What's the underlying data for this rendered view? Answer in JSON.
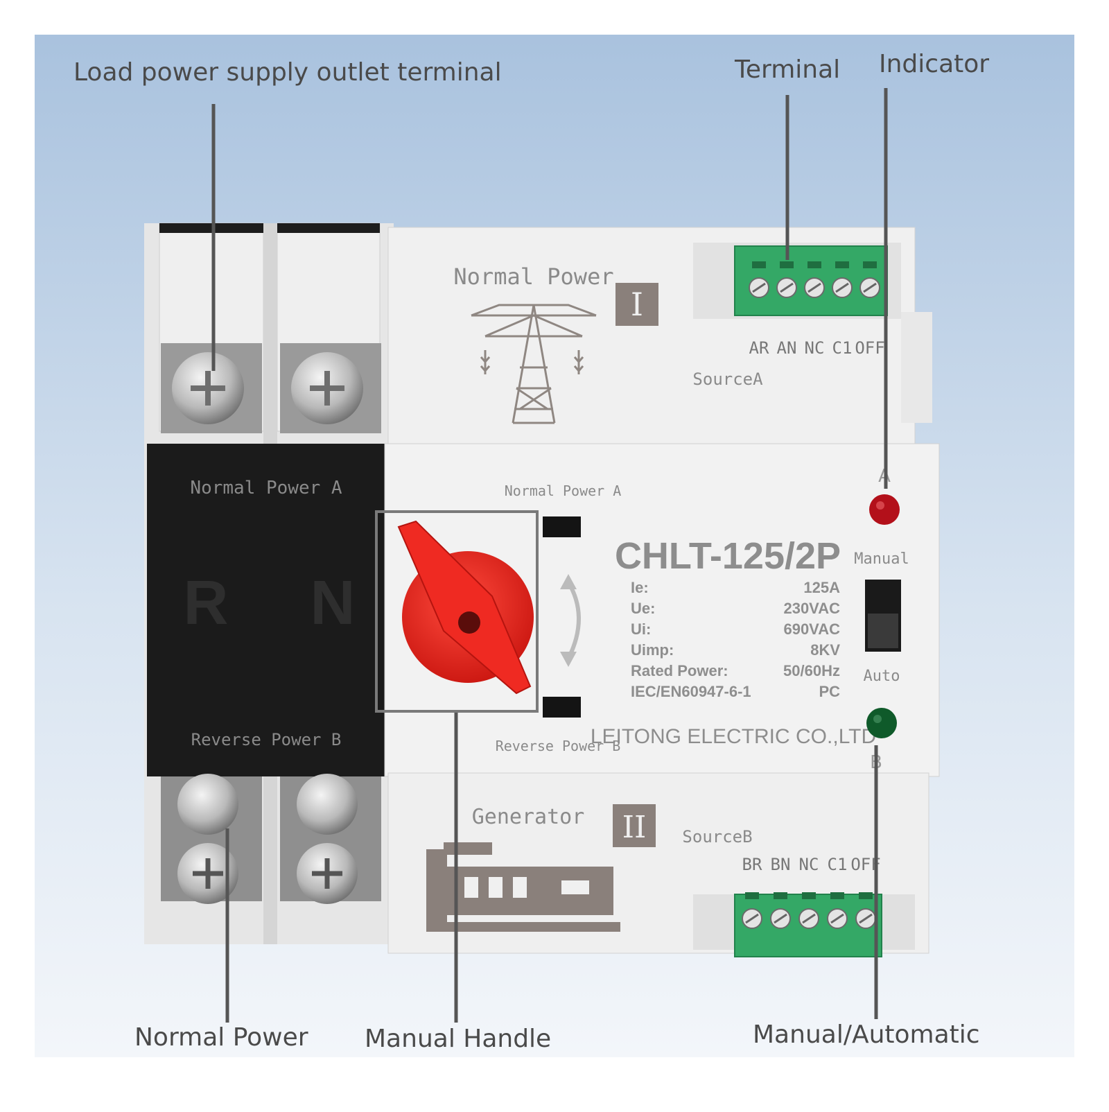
{
  "callouts": {
    "load_outlet": "Load power supply outlet terminal",
    "terminal": "Terminal",
    "indicator": "Indicator",
    "normal_power": "Normal Power",
    "manual_handle": "Manual Handle",
    "manual_automatic": "Manual/Automatic"
  },
  "device": {
    "source_a_title": "Normal Power",
    "roman_one": "I",
    "source_a_label": "SourceA",
    "terminals_a": [
      "AR",
      "AN",
      "NC",
      "C1",
      "OFF"
    ],
    "block_top_label": "Normal Power A",
    "block_r": "R",
    "block_n": "N",
    "block_bottom_label": "Reverse Power B",
    "switch_top_label": "Normal Power A",
    "switch_bottom_label": "Reverse Power B",
    "model": "CHLT-125/2P",
    "specs": [
      {
        "label": "Ie:",
        "value": "125A"
      },
      {
        "label": "Ue:",
        "value": "230VAC"
      },
      {
        "label": "Ui:",
        "value": "690VAC"
      },
      {
        "label": "Uimp:",
        "value": "8KV"
      },
      {
        "label": "Rated Power:",
        "value": "50/60Hz"
      },
      {
        "label": "IEC/EN60947-6-1",
        "value": "PC"
      }
    ],
    "manufacturer": "LEITONG ELECTRIC CO.,LTD",
    "indicator_a": "A",
    "indicator_b": "B",
    "mode_manual": "Manual",
    "mode_auto": "Auto",
    "source_b_title": "Generator",
    "roman_two": "II",
    "source_b_label": "SourceB",
    "terminals_b": [
      "BR",
      "BN",
      "NC",
      "C1",
      "OFF"
    ]
  },
  "colors": {
    "background_top": "#a9c2de",
    "background_bottom": "#f3f6fa",
    "housing": "#eceded",
    "terminal_green": "#34a866",
    "handle_red": "#e8231e",
    "indicator_red": "#b3101a",
    "indicator_green": "#0f5a2a",
    "block_black": "#1b1b1b"
  }
}
